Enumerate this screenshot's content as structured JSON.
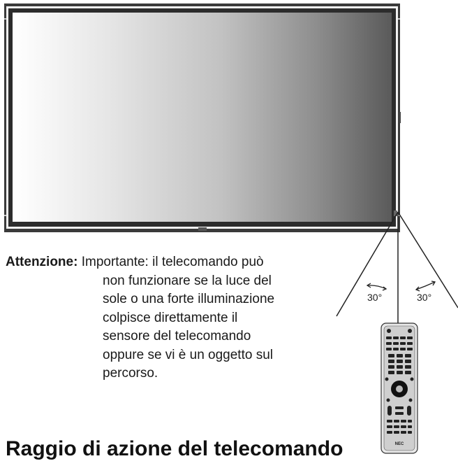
{
  "caution": {
    "label": "Attenzione:",
    "lines": [
      "Importante: il telecomando può",
      "non funzionare se la luce del",
      "sole o una forte illuminazione",
      "colpisce direttamente il",
      "sensore del telecomando",
      "oppure se vi è un oggetto sul",
      "percorso."
    ]
  },
  "angles": {
    "left": "30°",
    "right": "30°"
  },
  "remote": {
    "brand": "NEC"
  },
  "section_heading": "Raggio di azione del telecomando"
}
